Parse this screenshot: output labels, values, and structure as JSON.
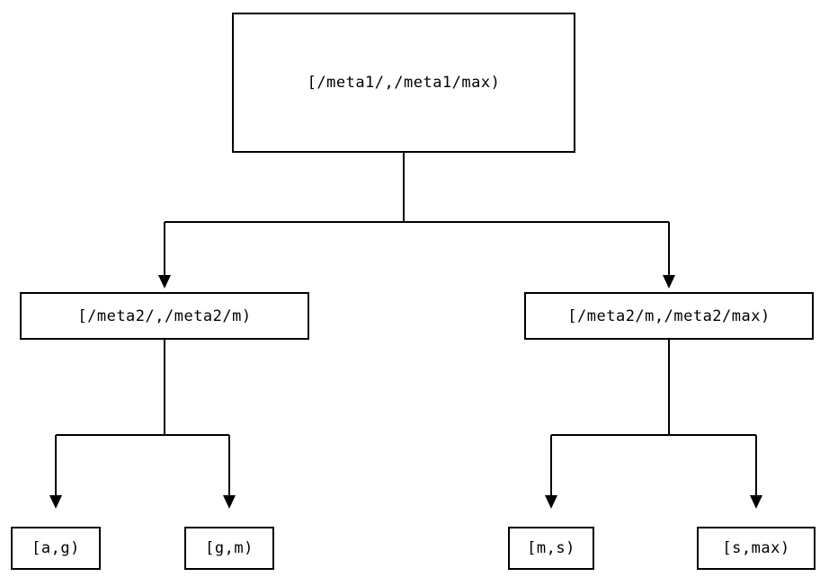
{
  "diagram": {
    "type": "interval-partition-tree",
    "root": {
      "label": "[/meta1/,/meta1/max)"
    },
    "level1": [
      {
        "label": "[/meta2/,/meta2/m)"
      },
      {
        "label": "[/meta2/m,/meta2/max)"
      }
    ],
    "leaves": [
      {
        "label": "[a,g)"
      },
      {
        "label": "[g,m)"
      },
      {
        "label": "[m,s)"
      },
      {
        "label": "[s,max)"
      }
    ],
    "colors": {
      "line": "#000000",
      "box_border": "#000000",
      "box_fill": "#ffffff",
      "text": "#000000",
      "background": "#ffffff"
    }
  }
}
